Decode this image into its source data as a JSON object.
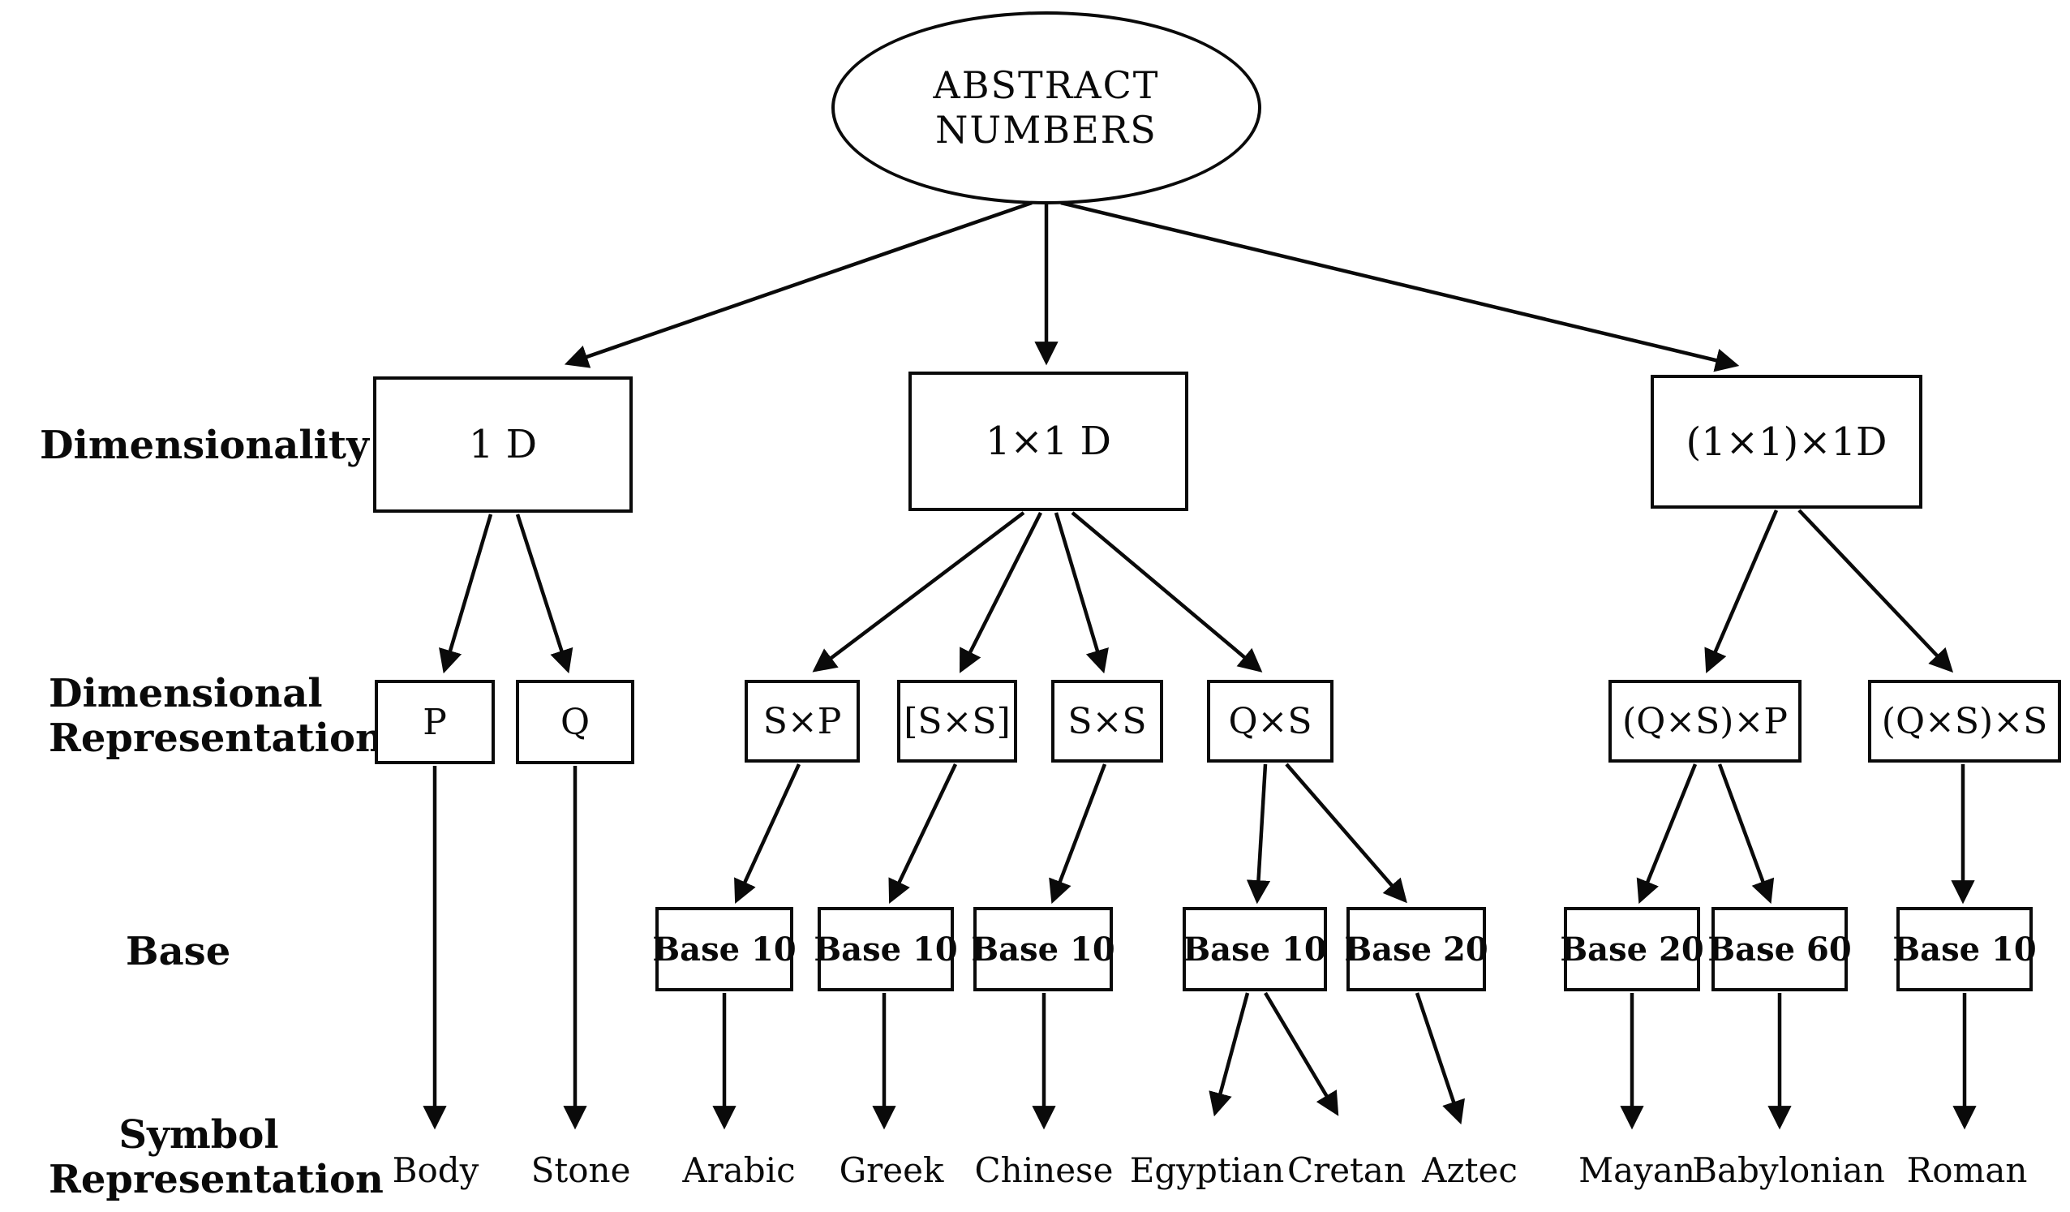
{
  "colors": {
    "ink": "#0a0a0a",
    "background": "#ffffff"
  },
  "title_node": {
    "line1": "ABSTRACT",
    "line2": "NUMBERS"
  },
  "row_labels": {
    "dimensionality": "Dimensionality",
    "dimensional_representation_line1": "Dimensional",
    "dimensional_representation_line2": "Representation",
    "base": "Base",
    "symbol_representation_line1": "Symbol",
    "symbol_representation_line2": "Representation"
  },
  "nodes": {
    "dimensionality": [
      {
        "id": "1d",
        "label": "1 D",
        "parent": "abstract-numbers"
      },
      {
        "id": "1x1d",
        "label": "1×1 D",
        "parent": "abstract-numbers"
      },
      {
        "id": "1x1x1d",
        "label": "(1×1)×1D",
        "parent": "abstract-numbers"
      }
    ],
    "representation": [
      {
        "id": "p",
        "label": "P",
        "parent": "1d"
      },
      {
        "id": "q",
        "label": "Q",
        "parent": "1d"
      },
      {
        "id": "sxp",
        "label": "S×P",
        "parent": "1x1d"
      },
      {
        "id": "sxs-bracketed",
        "label": "[S×S]",
        "parent": "1x1d"
      },
      {
        "id": "sxs",
        "label": "S×S",
        "parent": "1x1d"
      },
      {
        "id": "qxs",
        "label": "Q×S",
        "parent": "1x1d"
      },
      {
        "id": "qxs-x-p",
        "label": "(Q×S)×P",
        "parent": "1x1x1d"
      },
      {
        "id": "qxs-x-s",
        "label": "(Q×S)×S",
        "parent": "1x1x1d"
      }
    ],
    "base": [
      {
        "id": "base10-arabic",
        "label": "Base 10",
        "parent": "sxp"
      },
      {
        "id": "base10-greek",
        "label": "Base 10",
        "parent": "sxs-bracketed"
      },
      {
        "id": "base10-chinese",
        "label": "Base 10",
        "parent": "sxs"
      },
      {
        "id": "base10-egyptian-cretan",
        "label": "Base 10",
        "parent": "qxs"
      },
      {
        "id": "base20-aztec",
        "label": "Base 20",
        "parent": "qxs"
      },
      {
        "id": "base20-mayan",
        "label": "Base 20",
        "parent": "qxs-x-p"
      },
      {
        "id": "base60-babylonian",
        "label": "Base 60",
        "parent": "qxs-x-p"
      },
      {
        "id": "base10-roman",
        "label": "Base 10",
        "parent": "qxs-x-s"
      }
    ],
    "symbols": [
      {
        "id": "body",
        "label": "Body",
        "parent": "p"
      },
      {
        "id": "stone",
        "label": "Stone",
        "parent": "q"
      },
      {
        "id": "arabic",
        "label": "Arabic",
        "parent": "base10-arabic"
      },
      {
        "id": "greek",
        "label": "Greek",
        "parent": "base10-greek"
      },
      {
        "id": "chinese",
        "label": "Chinese",
        "parent": "base10-chinese"
      },
      {
        "id": "egyptian",
        "label": "Egyptian",
        "parent": "base10-egyptian-cretan"
      },
      {
        "id": "cretan",
        "label": "Cretan",
        "parent": "base10-egyptian-cretan"
      },
      {
        "id": "aztec",
        "label": "Aztec",
        "parent": "base20-aztec"
      },
      {
        "id": "mayan",
        "label": "Mayan",
        "parent": "base20-mayan"
      },
      {
        "id": "babylonian",
        "label": "Babylonian",
        "parent": "base60-babylonian"
      },
      {
        "id": "roman",
        "label": "Roman",
        "parent": "base10-roman"
      }
    ]
  }
}
